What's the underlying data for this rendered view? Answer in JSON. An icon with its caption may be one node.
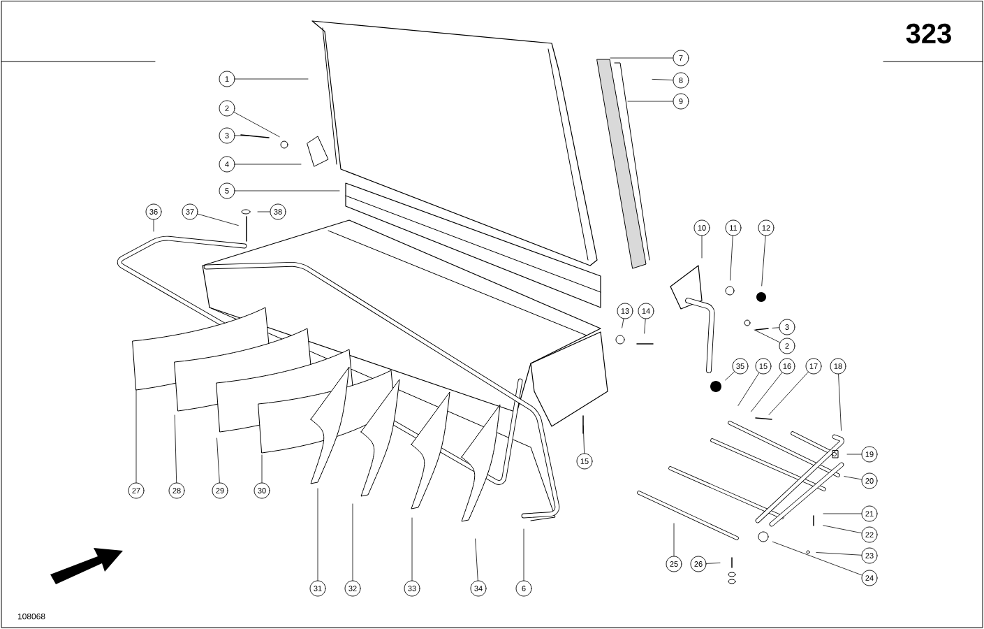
{
  "diagram": {
    "nodes": [
      {
        "text": [
          "7"
        ]
      },
      {
        "text": [
          "8"
        ]
      },
      {
        "text": [
          "1"
        ]
      },
      {
        "text": [
          "9"
        ]
      },
      {
        "text": [
          "2"
        ]
      },
      {
        "text": [
          "3"
        ]
      },
      {
        "text": [
          "4"
        ]
      },
      {
        "text": [
          "5"
        ]
      },
      {
        "text": [
          "36"
        ]
      },
      {
        "text": [
          "37"
        ]
      },
      {
        "text": [
          "38"
        ]
      },
      {
        "text": [
          "10"
        ]
      },
      {
        "text": [
          "11"
        ]
      },
      {
        "text": [
          "12"
        ]
      },
      {
        "text": [
          "13"
        ]
      },
      {
        "text": [
          "14"
        ]
      },
      {
        "text": [
          "3"
        ]
      },
      {
        "text": [
          "2"
        ]
      },
      {
        "text": [
          "35"
        ]
      },
      {
        "text": [
          "15"
        ]
      },
      {
        "text": [
          "16"
        ]
      },
      {
        "text": [
          "17"
        ]
      },
      {
        "text": [
          "18"
        ]
      },
      {
        "text": [
          "19"
        ]
      },
      {
        "text": [
          "15"
        ]
      },
      {
        "text": [
          "20"
        ]
      },
      {
        "text": [
          "27"
        ]
      },
      {
        "text": [
          "28"
        ]
      },
      {
        "text": [
          "29"
        ]
      },
      {
        "text": [
          "30"
        ]
      },
      {
        "text": [
          "21"
        ]
      },
      {
        "text": [
          "22"
        ]
      },
      {
        "text": [
          "23"
        ]
      },
      {
        "text": [
          "25"
        ]
      },
      {
        "text": [
          "26"
        ]
      },
      {
        "text": [
          "24"
        ]
      },
      {
        "text": [
          "31"
        ]
      },
      {
        "text": [
          "32"
        ]
      },
      {
        "text": [
          "33"
        ]
      },
      {
        "text": [
          "34"
        ]
      },
      {
        "text": [
          "6"
        ]
      }
    ],
    "edges": [
      {
        "from": 0,
        "to": null,
        "arrow": "none"
      },
      {
        "from": 1,
        "to": null,
        "arrow": "none"
      },
      {
        "from": 2,
        "to": null,
        "arrow": "none"
      },
      {
        "from": 3,
        "to": null,
        "arrow": "none"
      },
      {
        "from": 4,
        "to": null,
        "arrow": "none"
      },
      {
        "from": 5,
        "to": null,
        "arrow": "none"
      },
      {
        "from": 6,
        "to": null,
        "arrow": "none"
      },
      {
        "from": 7,
        "to": null,
        "arrow": "none"
      },
      {
        "from": 8,
        "to": null,
        "arrow": "none"
      },
      {
        "from": 9,
        "to": null,
        "arrow": "none"
      },
      {
        "from": 10,
        "to": null,
        "arrow": "none"
      },
      {
        "from": 11,
        "to": null,
        "arrow": "none"
      },
      {
        "from": 12,
        "to": null,
        "arrow": "none"
      },
      {
        "from": 13,
        "to": null,
        "arrow": "none"
      },
      {
        "from": 14,
        "to": null,
        "arrow": "none"
      },
      {
        "from": 15,
        "to": null,
        "arrow": "none"
      },
      {
        "from": 16,
        "to": null,
        "arrow": "none"
      },
      {
        "from": 17,
        "to": null,
        "arrow": "none"
      },
      {
        "from": 18,
        "to": null,
        "arrow": "none"
      },
      {
        "from": 19,
        "to": null,
        "arrow": "none"
      },
      {
        "from": 20,
        "to": null,
        "arrow": "none"
      },
      {
        "from": 21,
        "to": null,
        "arrow": "none"
      },
      {
        "from": 22,
        "to": null,
        "arrow": "none"
      },
      {
        "from": 23,
        "to": null,
        "arrow": "none"
      },
      {
        "from": 24,
        "to": null,
        "arrow": "none"
      },
      {
        "from": 25,
        "to": null,
        "arrow": "none"
      },
      {
        "from": 26,
        "to": null,
        "arrow": "none"
      },
      {
        "from": 27,
        "to": null,
        "arrow": "none"
      },
      {
        "from": 28,
        "to": null,
        "arrow": "none"
      },
      {
        "from": 29,
        "to": null,
        "arrow": "none"
      },
      {
        "from": 30,
        "to": null,
        "arrow": "none"
      },
      {
        "from": 31,
        "to": null,
        "arrow": "none"
      },
      {
        "from": 32,
        "to": null,
        "arrow": "none"
      },
      {
        "from": 33,
        "to": null,
        "arrow": "none"
      },
      {
        "from": 34,
        "to": null,
        "arrow": "none"
      },
      {
        "from": 35,
        "to": null,
        "arrow": "none"
      },
      {
        "from": 36,
        "to": null,
        "arrow": "none"
      },
      {
        "from": 37,
        "to": null,
        "arrow": "none"
      },
      {
        "from": 38,
        "to": null,
        "arrow": "none"
      },
      {
        "from": 39,
        "to": null,
        "arrow": "none"
      },
      {
        "from": 40,
        "to": null,
        "arrow": "none"
      }
    ],
    "labels": [
      "323",
      "108068"
    ]
  }
}
